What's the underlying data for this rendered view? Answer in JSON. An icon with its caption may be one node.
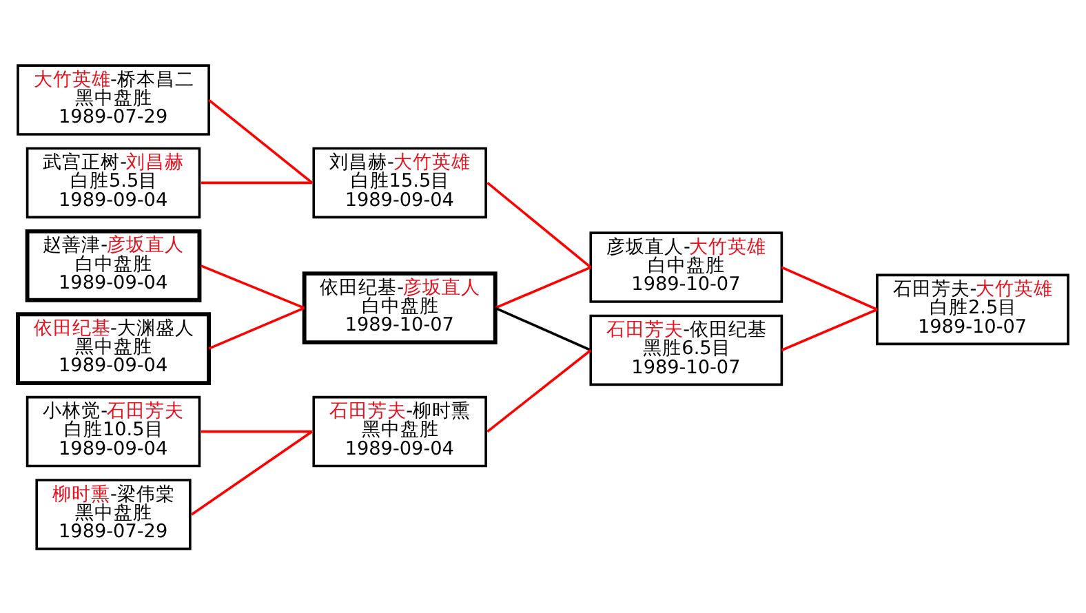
{
  "diagram": {
    "nodes": [
      {
        "text": [
          "大竹英雄-桥本昌二",
          "黑中盘胜",
          "1989-07-29"
        ]
      },
      {
        "text": [
          "武宫正树-刘昌赫",
          "白胜5.5目",
          "1989-09-04"
        ]
      },
      {
        "text": [
          "赵善津-彦坂直人",
          "白中盘胜",
          "1989-09-04"
        ]
      },
      {
        "text": [
          "依田纪基-大渊盛人",
          "黑中盘胜",
          "1989-09-04"
        ]
      },
      {
        "text": [
          "小林觉-石田芳夫",
          "白胜10.5目",
          "1989-09-04"
        ]
      },
      {
        "text": [
          "柳时熏-梁伟棠",
          "黑中盘胜",
          "1989-07-29"
        ]
      },
      {
        "text": [
          "刘昌赫-大竹英雄",
          "白胜15.5目",
          "1989-09-04"
        ]
      },
      {
        "text": [
          "依田纪基-彦坂直人",
          "白中盘胜",
          "1989-10-07"
        ]
      },
      {
        "text": [
          "石田芳夫-柳时熏",
          "黑中盘胜",
          "1989-09-04"
        ]
      },
      {
        "text": [
          "彦坂直人-大竹英雄",
          "白中盘胜",
          "1989-10-07"
        ]
      },
      {
        "text": [
          "石田芳夫-依田纪基",
          "黑胜6.5目",
          "1989-10-07"
        ]
      },
      {
        "text": [
          "石田芳夫-大竹英雄",
          "白胜2.5目",
          "1989-10-07"
        ]
      }
    ],
    "edges": [
      {
        "from": 0,
        "to": 6,
        "arrow": "none"
      },
      {
        "from": 1,
        "to": 6,
        "arrow": "none"
      },
      {
        "from": 2,
        "to": 7,
        "arrow": "none"
      },
      {
        "from": 3,
        "to": 7,
        "arrow": "none"
      },
      {
        "from": 4,
        "to": 8,
        "arrow": "none"
      },
      {
        "from": 5,
        "to": 8,
        "arrow": "none"
      },
      {
        "from": 6,
        "to": 9,
        "arrow": "none"
      },
      {
        "from": 7,
        "to": 9,
        "arrow": "none"
      },
      {
        "from": 7,
        "to": 10,
        "arrow": "none",
        "color": "#000000"
      },
      {
        "from": 8,
        "to": 10,
        "arrow": "none"
      },
      {
        "from": 9,
        "to": 11,
        "arrow": "none"
      },
      {
        "from": 10,
        "to": 11,
        "arrow": "none"
      }
    ]
  }
}
